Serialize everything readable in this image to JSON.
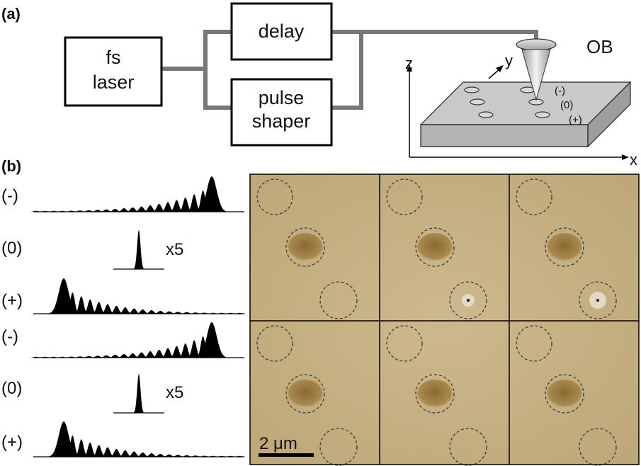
{
  "panel_a": {
    "label": "(a)",
    "boxes": {
      "laser_line1": "fs",
      "laser_line2": "laser",
      "delay": "delay",
      "shaper_line1": "pulse",
      "shaper_line2": "shaper"
    },
    "objective_label": "OB",
    "axes": {
      "x": "x",
      "y": "y",
      "z": "z"
    },
    "spot_labels": [
      "(-)",
      "(0)",
      "(+)"
    ]
  },
  "panel_b": {
    "label": "(b)",
    "row_labels": [
      "(-)",
      "(0)",
      "(+)",
      "(-)",
      "(0)",
      "(+)"
    ],
    "scale_factor": "x5",
    "scale_bar": "2 μm"
  },
  "colors": {
    "line": "#777777",
    "pulse": "#000000",
    "sample_top": "#c8c8c8",
    "sample_side": "#a9a9a9",
    "micrograph_bg": "#c8b488",
    "crater": "#8a6a30"
  },
  "icons": [
    "focusing-lens-icon",
    "laser-cone-icon"
  ]
}
